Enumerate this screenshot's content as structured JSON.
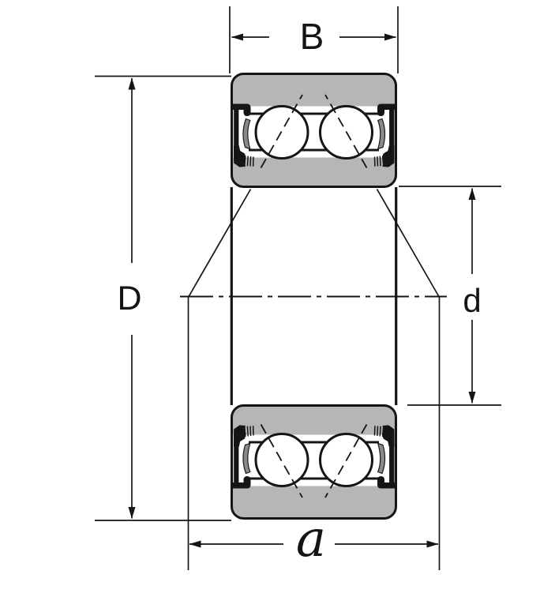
{
  "diagram": {
    "kind": "bearing-cross-section-dimension-drawing",
    "labels": {
      "width": "B",
      "outer_diameter": "D",
      "bore_diameter": "d",
      "center_distance": "a"
    },
    "colors": {
      "background": "#ffffff",
      "line": "#151515",
      "ring_fill": "#b6b6b6",
      "ball_fill": "#ffffff",
      "seal_lip": "#8a8a8a"
    }
  }
}
